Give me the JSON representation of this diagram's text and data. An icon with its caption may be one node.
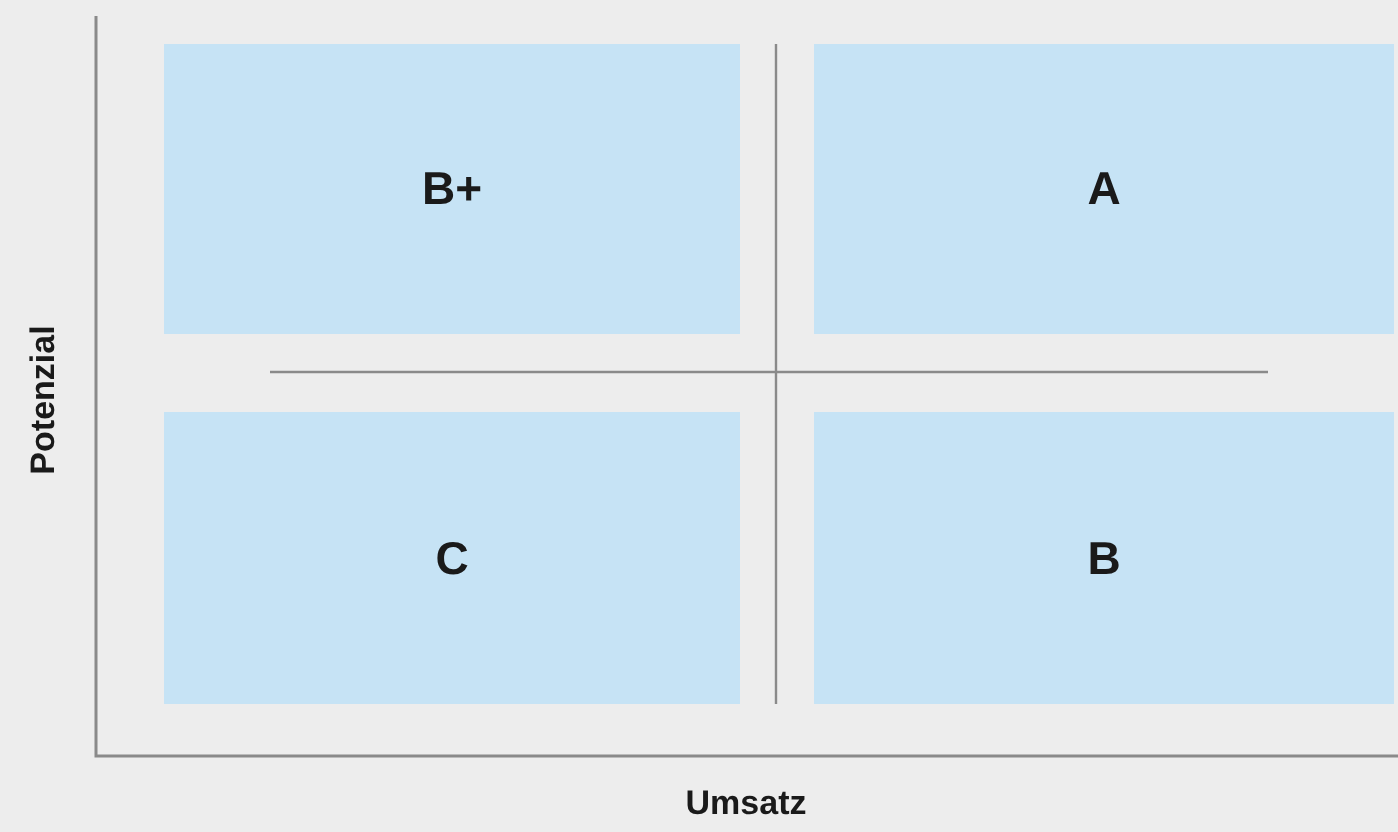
{
  "diagram": {
    "nodes": [
      {
        "text": [
          "B+"
        ]
      },
      {
        "text": [
          "A"
        ]
      },
      {
        "text": [
          "C"
        ]
      },
      {
        "text": [
          "B"
        ]
      }
    ],
    "labels": [
      "Potenzial",
      "Umsatz"
    ]
  }
}
